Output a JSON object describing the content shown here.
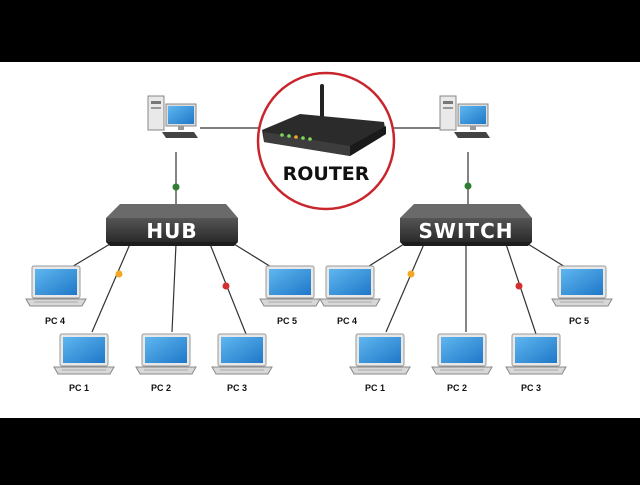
{
  "router": {
    "label": "ROUTER"
  },
  "hub": {
    "label": "HUB",
    "pcs": [
      "PC 4",
      "PC 5",
      "PC 1",
      "PC 2",
      "PC 3"
    ]
  },
  "switch": {
    "label": "SWITCH",
    "pcs": [
      "PC 4",
      "PC 5",
      "PC 1",
      "PC 2",
      "PC 3"
    ]
  },
  "colors": {
    "background": "#ffffff",
    "frame": "#000000",
    "router_ring": "#c8262c",
    "box": "#3a3a3a",
    "screen": "#2a8fd8",
    "link_green": "#2e7d32",
    "link_yellow": "#f5a623",
    "link_red": "#d32f2f"
  }
}
